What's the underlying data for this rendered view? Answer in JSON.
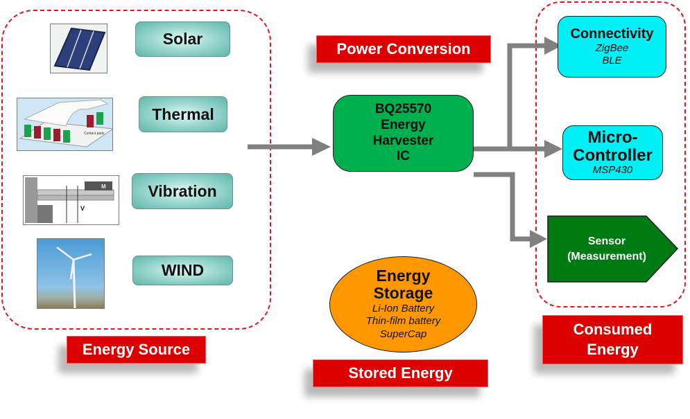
{
  "energy_sources": {
    "items": [
      {
        "label": "Solar",
        "image": "solar-panel-image"
      },
      {
        "label": "Thermal",
        "image": "thermoelectric-module-image"
      },
      {
        "label": "Vibration",
        "image": "piezo-cantilever-image"
      },
      {
        "label": "WIND",
        "image": "wind-turbine-image"
      }
    ],
    "caption": "Energy Source"
  },
  "power_conversion": {
    "caption": "Power Conversion",
    "harvester_lines": [
      "BQ25570",
      "Energy",
      "Harvester",
      "IC"
    ]
  },
  "consumers": {
    "connectivity": {
      "title": "Connectivity",
      "sub": [
        "ZigBee",
        "BLE"
      ]
    },
    "microcontroller": {
      "title_lines": [
        "Micro-",
        "Controller"
      ],
      "sub": "MSP430"
    },
    "sensor": {
      "lines": [
        "Sensor",
        "(Measurement)"
      ]
    },
    "caption_lines": [
      "Consumed",
      "Energy"
    ]
  },
  "storage": {
    "title_lines": [
      "Energy",
      "Storage"
    ],
    "sub": [
      "Li-Ion Battery",
      "Thin-film battery",
      "SuperCap"
    ],
    "caption": "Stored Energy"
  },
  "colors": {
    "accent_red": "#dd0000",
    "dashed_border": "#e0141b",
    "harvester_green": "#00b04f",
    "consumer_cyan": "#00f0f5",
    "sensor_green": "#007a12",
    "storage_orange": "#ff9800",
    "source_teal": "#5fb6aa",
    "arrow_gray": "#808080"
  }
}
